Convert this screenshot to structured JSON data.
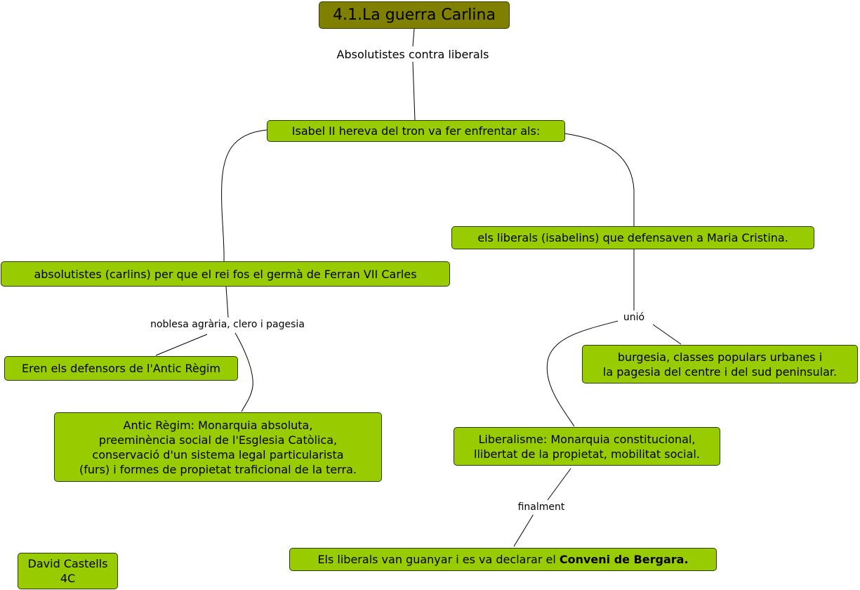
{
  "nodes": {
    "title": "4.1.La guerra Carlina",
    "isabel": "Isabel II hereva del tron va fer enfrentar als:",
    "liberals": "els liberals (isabelins) que defensaven a Maria Cristina.",
    "absolutistes": "absolutistes (carlins) per que el rei fos el germà de Ferran VII Carles",
    "defensors": "Eren els defensors de l'Antic Règim",
    "antic_regim": [
      "Antic Règim: Monarquia absoluta,",
      "preeminència social de l'Esglesia Catòlica,",
      "conservació d'un sistema legal particularista",
      "(furs) i formes de propietat traficional de la terra."
    ],
    "burgesia": [
      "burgesia, classes populars urbanes i",
      "la pagesia del centre i del sud peninsular."
    ],
    "liberalisme": [
      "Liberalisme: Monarquia constitucional,",
      "llibertat de la propietat, mobilitat social."
    ],
    "bergara_prefix": "Els liberals van guanyar i es va declarar el ",
    "bergara_bold": "Conveni de Bergara.",
    "author": [
      "David Castells",
      "4C"
    ]
  },
  "links": {
    "absolutistes_contra_liberals": "Absolutistes contra liberals",
    "noblesa": "noblesa agrària, clero i pagesia",
    "unio": "unió",
    "finalment": "finalment"
  }
}
